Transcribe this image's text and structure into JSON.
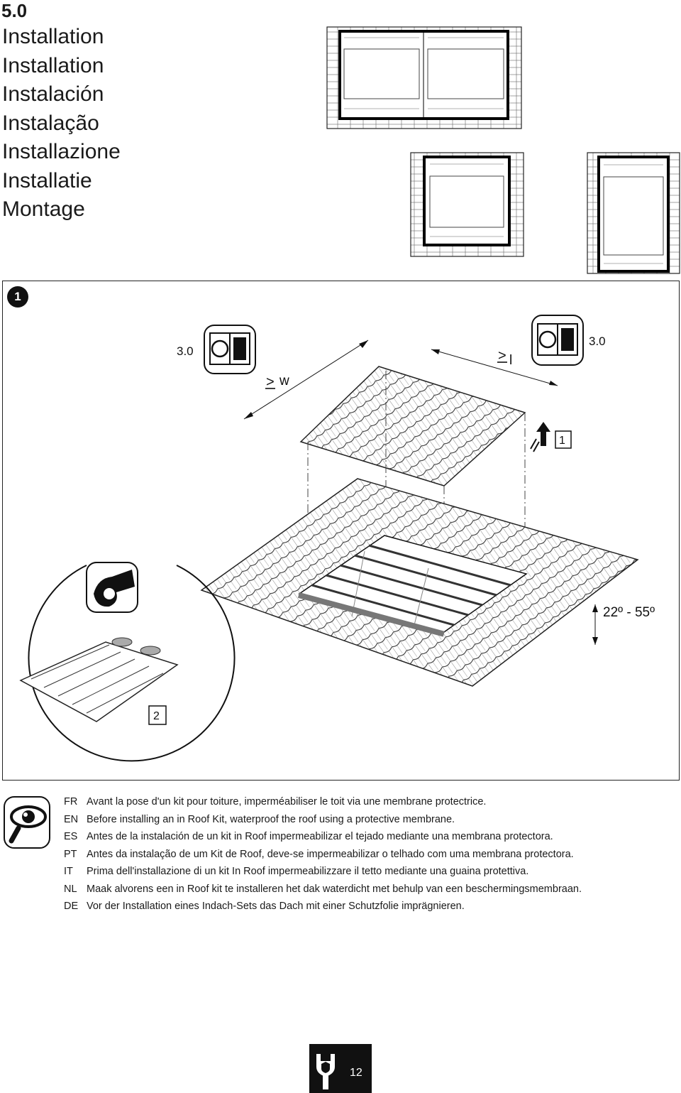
{
  "section": {
    "number": "5.0",
    "titles": [
      "Installation",
      "Installation",
      "Instalación",
      "Instalação",
      "Installazione",
      "Installatie",
      "Montage"
    ]
  },
  "step": {
    "badge": "1",
    "ref_left": "3.0",
    "ref_right": "3.0",
    "dim_width": "w",
    "dim_length": "l",
    "geq_symbol": ">",
    "callout_1": "1",
    "callout_2": "2",
    "angle_range": "22º - 55º"
  },
  "instructions": [
    {
      "code": "FR",
      "text": "Avant la pose d'un kit pour toiture, imperméabiliser le toit via une membrane protectrice."
    },
    {
      "code": "EN",
      "text": "Before installing an in Roof Kit, waterproof the roof using a protective membrane."
    },
    {
      "code": "ES",
      "text": "Antes de la instalación de un kit in Roof impermeabilizar el tejado mediante una membrana protectora."
    },
    {
      "code": "PT",
      "text": "Antes da instalação de um Kit de Roof, deve-se impermeabilizar o telhado com uma membrana protectora."
    },
    {
      "code": "IT",
      "text": "Prima dell'installazione di un kit In Roof impermeabilizzare il tetto mediante una guaina protettiva."
    },
    {
      "code": "NL",
      "text": "Maak alvorens een in Roof kit te installeren het dak waterdicht met behulp van een beschermingsmembraan."
    },
    {
      "code": "DE",
      "text": "Vor der Installation eines Indach-Sets das Dach mit einer Schutzfolie imprägnieren."
    }
  ],
  "icons": {
    "manual_book": "manual-book-icon",
    "hand_grip": "hand-grip-icon",
    "lift_arrow": "lift-arrow-icon",
    "inspect_eye": "eye-magnifier-icon",
    "wrench_shield": "wrench-shield-icon"
  },
  "footer": {
    "page": "12"
  }
}
